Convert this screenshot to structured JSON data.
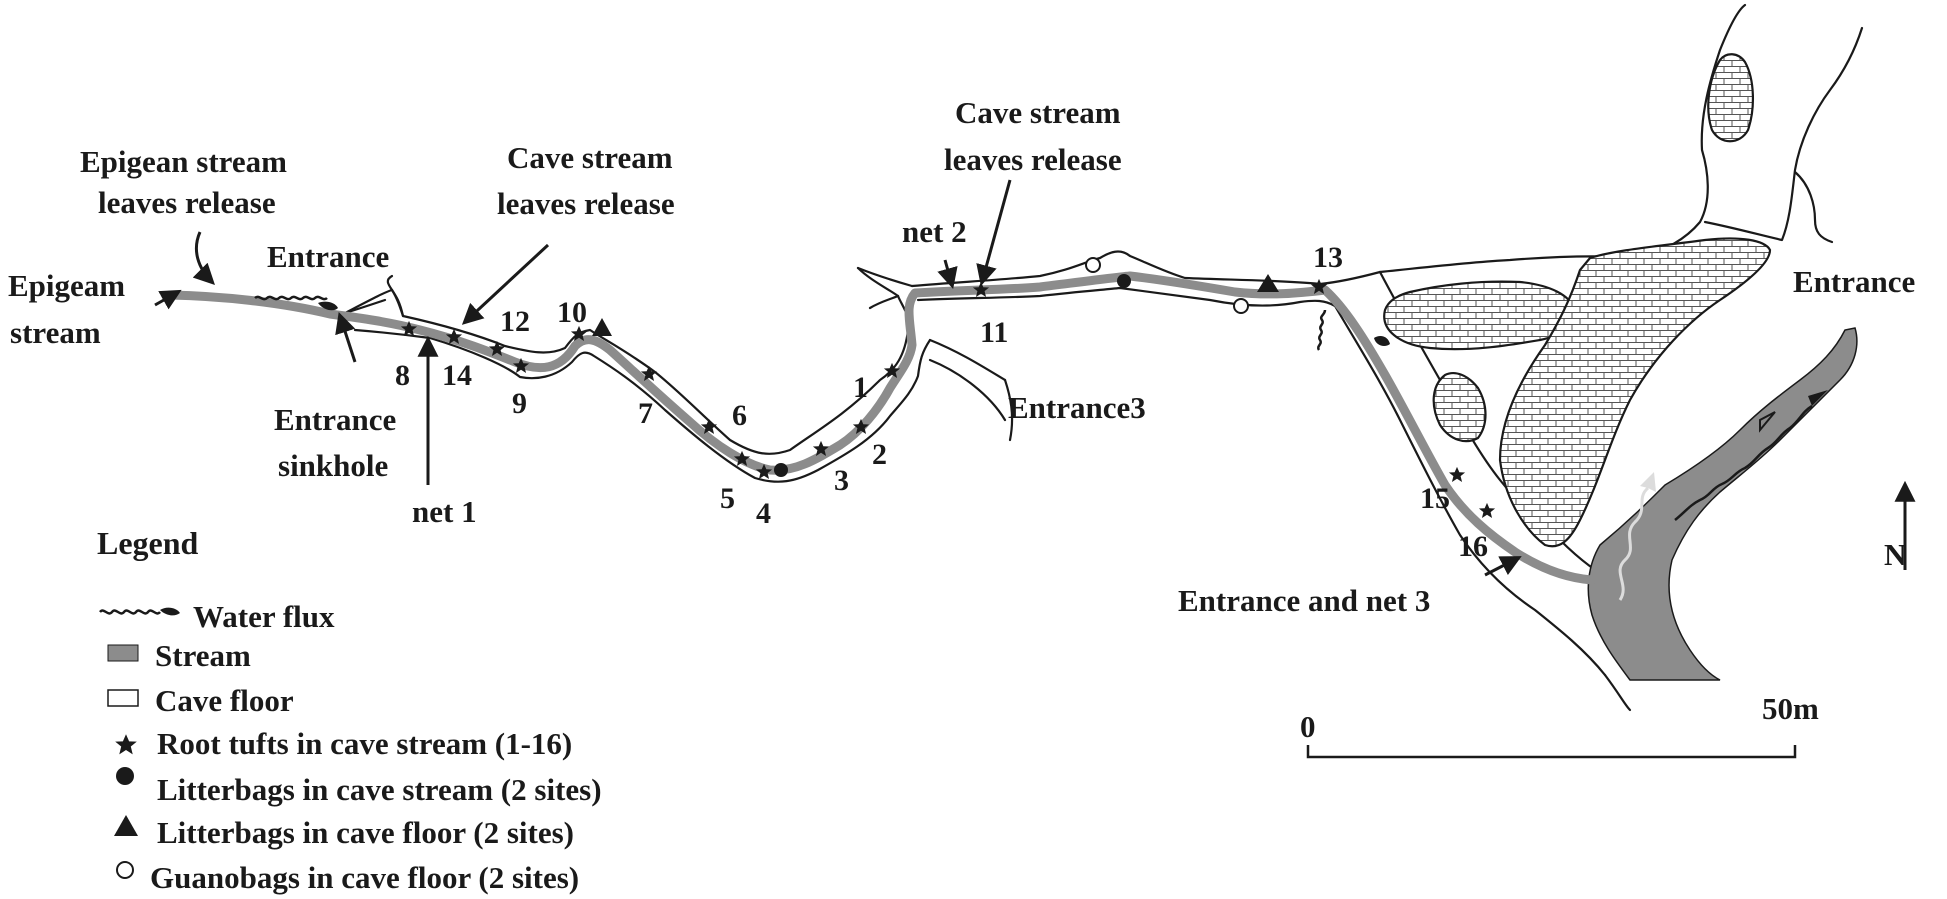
{
  "labels": {
    "epigean_release_1": "Epigean stream",
    "epigean_release_2": "leaves release",
    "epigeam_stream_1": "Epigeam",
    "epigeam_stream_2": "stream",
    "entrance_top": "Entrance",
    "cave_release_a_1": "Cave stream",
    "cave_release_a_2": "leaves release",
    "entrance_sinkhole_1": "Entrance",
    "entrance_sinkhole_2": "sinkhole",
    "net1": "net  1",
    "cave_release_b_1": "Cave stream",
    "cave_release_b_2": "leaves release",
    "net2": "net  2",
    "entrance3": "Entrance3",
    "entrance_right": "Entrance",
    "entrance_net3": "Entrance and net 3",
    "north": "N"
  },
  "site_numbers": [
    "1",
    "2",
    "3",
    "4",
    "5",
    "6",
    "7",
    "8",
    "9",
    "10",
    "11",
    "12",
    "13",
    "14",
    "15",
    "16"
  ],
  "scale": {
    "start": "0",
    "end": "50m"
  },
  "legend": {
    "title": "Legend",
    "items": [
      {
        "symbol": "water-flux",
        "text": "Water flux"
      },
      {
        "symbol": "stream",
        "text": "Stream"
      },
      {
        "symbol": "cave-floor",
        "text": "Cave  floor"
      },
      {
        "symbol": "star",
        "text": "Root tufts in cave stream  (1-16)"
      },
      {
        "symbol": "dot",
        "text": "Litterbags in cave stream  (2 sites)"
      },
      {
        "symbol": "triangle",
        "text": "Litterbags  in cave floor (2 sites)"
      },
      {
        "symbol": "circle",
        "text": "Guanobags  in cave  floor (2 sites)"
      }
    ]
  },
  "colors": {
    "stream": "#8c8c8c",
    "outline": "#1a1a1a",
    "background": "#ffffff"
  }
}
